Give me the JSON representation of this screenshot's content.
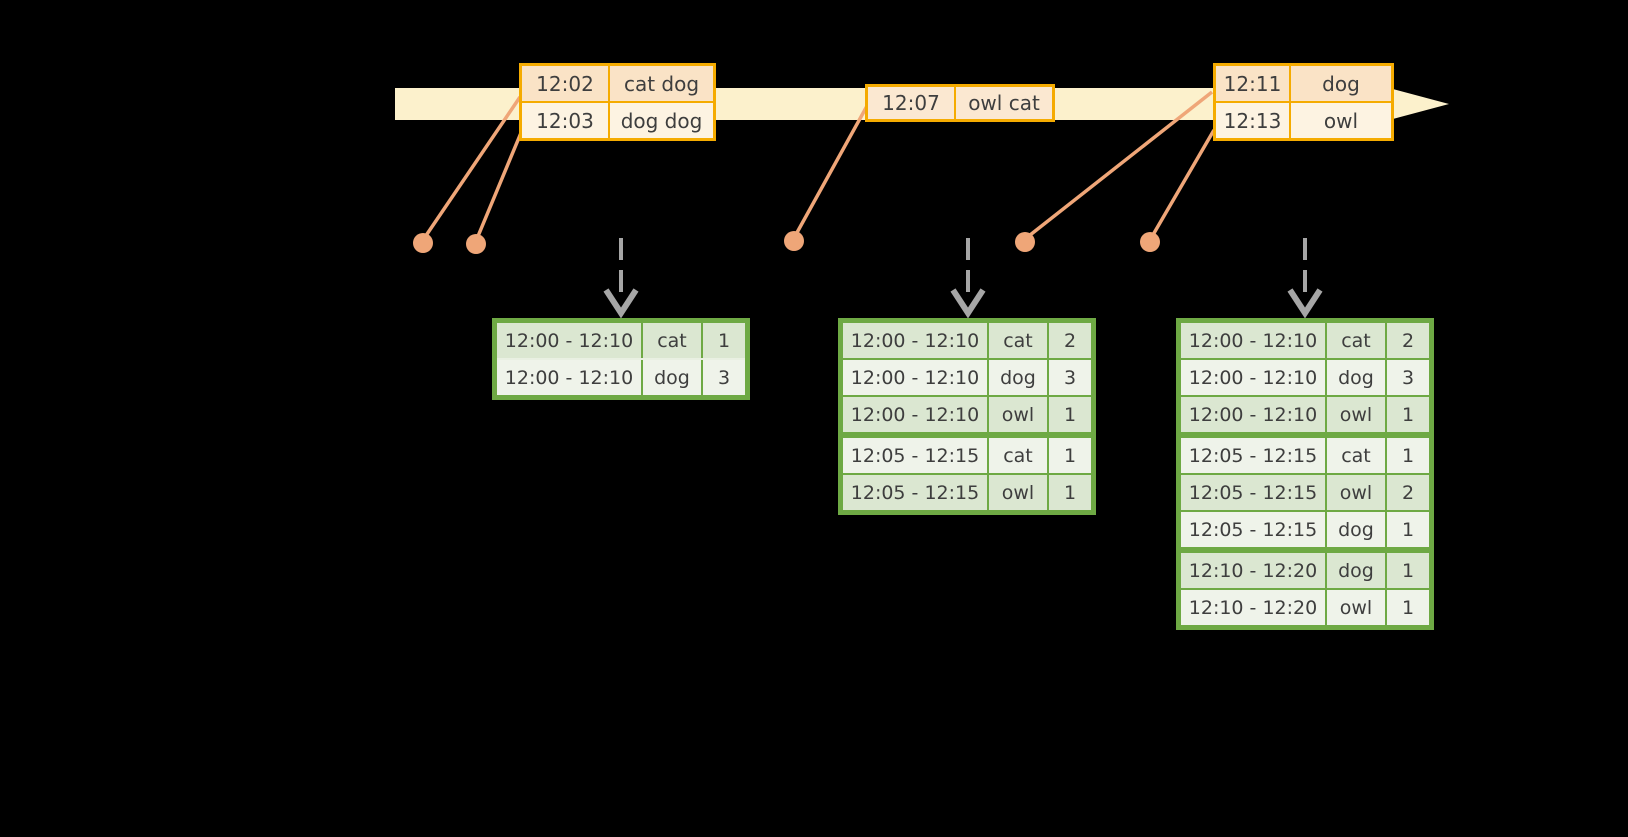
{
  "event_tables": [
    {
      "rows": [
        {
          "time": "12:02",
          "words": "cat dog"
        },
        {
          "time": "12:03",
          "words": "dog dog"
        }
      ]
    },
    {
      "rows": [
        {
          "time": "12:07",
          "words": "owl cat"
        }
      ]
    },
    {
      "rows": [
        {
          "time": "12:11",
          "words": "dog"
        },
        {
          "time": "12:13",
          "words": "owl"
        }
      ]
    }
  ],
  "result_tables": [
    {
      "rows": [
        {
          "window": "12:00 - 12:10",
          "word": "cat",
          "count": 1
        },
        {
          "window": "12:00 - 12:10",
          "word": "dog",
          "count": 3
        }
      ]
    },
    {
      "rows": [
        {
          "window": "12:00 - 12:10",
          "word": "cat",
          "count": 2
        },
        {
          "window": "12:00 - 12:10",
          "word": "dog",
          "count": 3
        },
        {
          "window": "12:00 - 12:10",
          "word": "owl",
          "count": 1
        },
        {
          "window": "12:05 - 12:15",
          "word": "cat",
          "count": 1
        },
        {
          "window": "12:05 - 12:15",
          "word": "owl",
          "count": 1
        }
      ]
    },
    {
      "rows": [
        {
          "window": "12:00 - 12:10",
          "word": "cat",
          "count": 2
        },
        {
          "window": "12:00 - 12:10",
          "word": "dog",
          "count": 3
        },
        {
          "window": "12:00 - 12:10",
          "word": "owl",
          "count": 1
        },
        {
          "window": "12:05 - 12:15",
          "word": "cat",
          "count": 1
        },
        {
          "window": "12:05 - 12:15",
          "word": "owl",
          "count": 2
        },
        {
          "window": "12:05 - 12:15",
          "word": "dog",
          "count": 1
        },
        {
          "window": "12:10 - 12:20",
          "word": "dog",
          "count": 1
        },
        {
          "window": "12:10 - 12:20",
          "word": "owl",
          "count": 1
        }
      ]
    }
  ],
  "icons": {
    "timeline_arrow": "block-arrow-right",
    "trigger_arrow": "dashed-down-arrow",
    "event_marker": "dot-with-line"
  },
  "colors": {
    "background": "#000000",
    "timeline_fill": "#FCF1CC",
    "event_table_border": "#F5AB00",
    "event_row_dark": "#FAE3C6",
    "event_row_light": "#FDF3E2",
    "event_row_mid": "#FBE8D1",
    "marker": "#EFA678",
    "trigger_arrow": "#A6A6A6",
    "result_table_border": "#6EA944",
    "result_row_dark": "#DBE7D1",
    "result_row_light": "#EFF3EA",
    "text": "#3E3E3E"
  }
}
